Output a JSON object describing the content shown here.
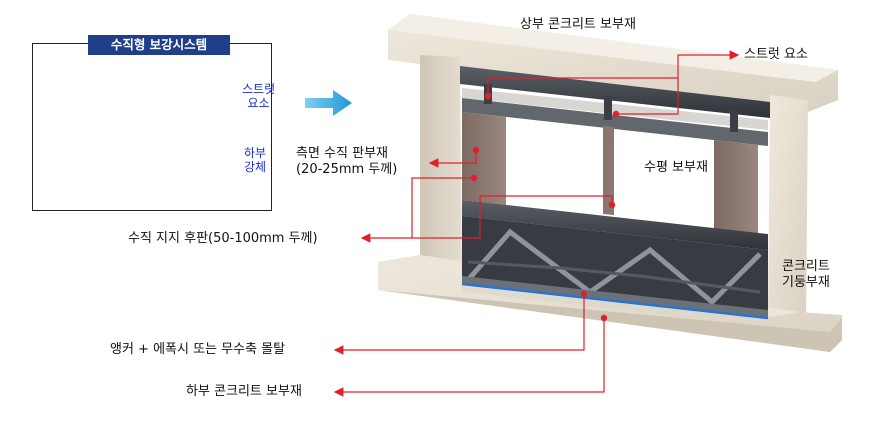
{
  "inset": {
    "title": "수직형 보강시스템",
    "strut_label_line1": "스트럿",
    "strut_label_line2": "요소",
    "lower_label_line1": "하부",
    "lower_label_line2": "강체"
  },
  "labels": {
    "top_beam": "상부 콘크리트 보부재",
    "strut": "스트럿 요소",
    "side_plate_line1": "측면 수직 판부재",
    "side_plate_line2": "(20-25mm 두께)",
    "horizontal_beam": "수평 보부재",
    "vertical_plate": "수직 지지 후판(50-100mm 두께)",
    "column_line1": "콘크리트",
    "column_line2": "기둥부재",
    "anchor": "앵커 + 에폭시 또는 무수축 몰탈",
    "bottom_beam": "하부 콘크리트 보부재"
  },
  "colors": {
    "inset_title_bg": "#1f3f8a",
    "blue_text": "#1a2fd6",
    "leader_red": "#e0202a",
    "arrow_blue": "#2aa8e0"
  }
}
